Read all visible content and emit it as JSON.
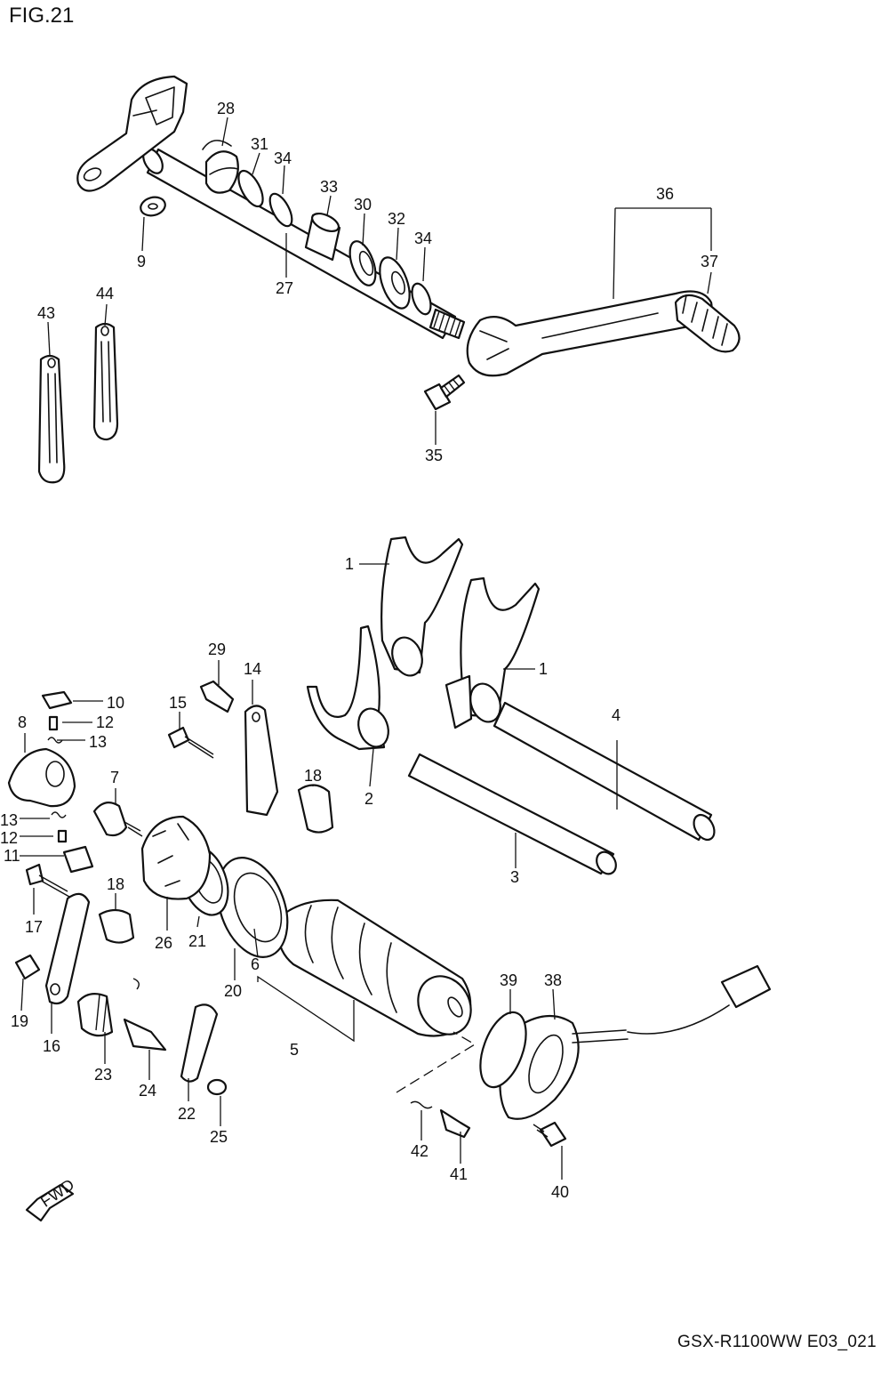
{
  "figure": {
    "title": "FIG.21",
    "model_code": "GSX-R1100WW  E03_021",
    "direction_marker": "FWD"
  },
  "callouts": [
    {
      "id": "c1a",
      "label": "1"
    },
    {
      "id": "c1b",
      "label": "1"
    },
    {
      "id": "c2",
      "label": "2"
    },
    {
      "id": "c3",
      "label": "3"
    },
    {
      "id": "c4",
      "label": "4"
    },
    {
      "id": "c5",
      "label": "5"
    },
    {
      "id": "c6",
      "label": "6"
    },
    {
      "id": "c7",
      "label": "7"
    },
    {
      "id": "c8",
      "label": "8"
    },
    {
      "id": "c9",
      "label": "9"
    },
    {
      "id": "c10",
      "label": "10"
    },
    {
      "id": "c11",
      "label": "11"
    },
    {
      "id": "c12a",
      "label": "12"
    },
    {
      "id": "c12b",
      "label": "12"
    },
    {
      "id": "c13a",
      "label": "13"
    },
    {
      "id": "c13b",
      "label": "13"
    },
    {
      "id": "c14",
      "label": "14"
    },
    {
      "id": "c15",
      "label": "15"
    },
    {
      "id": "c16",
      "label": "16"
    },
    {
      "id": "c17",
      "label": "17"
    },
    {
      "id": "c18a",
      "label": "18"
    },
    {
      "id": "c18b",
      "label": "18"
    },
    {
      "id": "c19",
      "label": "19"
    },
    {
      "id": "c20",
      "label": "20"
    },
    {
      "id": "c21",
      "label": "21"
    },
    {
      "id": "c22",
      "label": "22"
    },
    {
      "id": "c23",
      "label": "23"
    },
    {
      "id": "c24",
      "label": "24"
    },
    {
      "id": "c25",
      "label": "25"
    },
    {
      "id": "c26",
      "label": "26"
    },
    {
      "id": "c27",
      "label": "27"
    },
    {
      "id": "c28",
      "label": "28"
    },
    {
      "id": "c29",
      "label": "29"
    },
    {
      "id": "c30",
      "label": "30"
    },
    {
      "id": "c31",
      "label": "31"
    },
    {
      "id": "c32",
      "label": "32"
    },
    {
      "id": "c33",
      "label": "33"
    },
    {
      "id": "c34a",
      "label": "34"
    },
    {
      "id": "c34b",
      "label": "34"
    },
    {
      "id": "c35",
      "label": "35"
    },
    {
      "id": "c36",
      "label": "36"
    },
    {
      "id": "c37",
      "label": "37"
    },
    {
      "id": "c38",
      "label": "38"
    },
    {
      "id": "c39",
      "label": "39"
    },
    {
      "id": "c40",
      "label": "40"
    },
    {
      "id": "c41",
      "label": "41"
    },
    {
      "id": "c42",
      "label": "42"
    },
    {
      "id": "c43",
      "label": "43"
    },
    {
      "id": "c44",
      "label": "44"
    }
  ]
}
